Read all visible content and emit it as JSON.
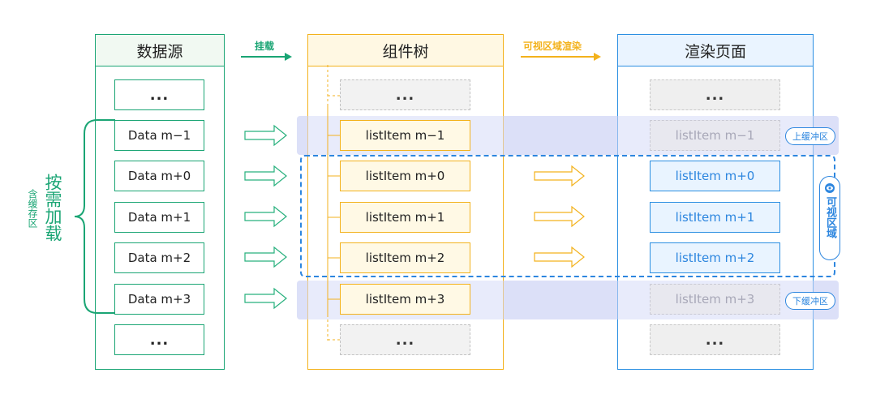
{
  "panels": {
    "data_source": {
      "title": "数据源"
    },
    "component_tree": {
      "title": "组件树"
    },
    "render_page": {
      "title": "渲染页面"
    }
  },
  "arrows": {
    "mount": "挂载",
    "visible_render": "可视区域渲染"
  },
  "ellipsis": "...",
  "data_items": [
    "Data m−1",
    "Data m+0",
    "Data m+1",
    "Data m+2",
    "Data m+3"
  ],
  "tree_items": [
    "listItem m−1",
    "listItem m+0",
    "listItem m+1",
    "listItem m+2",
    "listItem m+3"
  ],
  "render_items": [
    "listItem m−1",
    "listItem m+0",
    "listItem m+1",
    "listItem m+2",
    "listItem m+3"
  ],
  "labels": {
    "on_demand_load": "按需加载",
    "includes_cache": "含缓存区",
    "upper_buffer": "上缓冲区",
    "lower_buffer": "下缓冲区",
    "visible_area": "可视区域"
  },
  "colors": {
    "green": "#1aa574",
    "yellow": "#f3b21c",
    "blue": "#2d86df",
    "buffer_band": "#e5e7f8"
  },
  "icons": [
    "eye-icon",
    "block-arrow-icon",
    "right-arrow-icon",
    "brace-icon"
  ]
}
